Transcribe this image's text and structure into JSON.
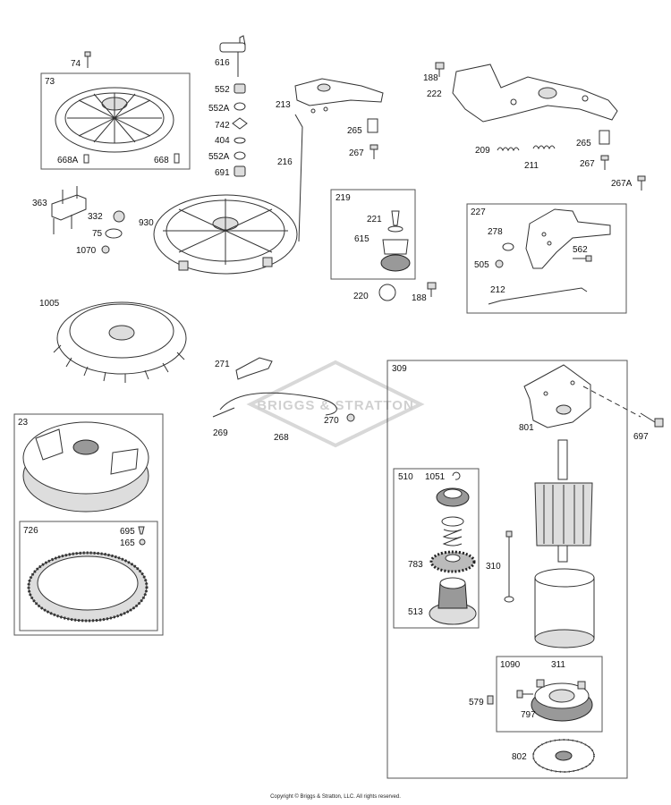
{
  "watermark": "BRIGGS & STRATTON",
  "copyright": "Copyright © Briggs & Stratton, LLC. All rights reserved.",
  "labels": {
    "p74": "74",
    "p73": "73",
    "p668A": "668A",
    "p668": "668",
    "p616": "616",
    "p552": "552",
    "p552A": "552A",
    "p742": "742",
    "p404": "404",
    "p552A2": "552A",
    "p691": "691",
    "p213": "213",
    "p216": "216",
    "p265": "265",
    "p267": "267",
    "p188": "188",
    "p222": "222",
    "p209": "209",
    "p211": "211",
    "p265b": "265",
    "p267b": "267",
    "p267A": "267A",
    "p363": "363",
    "p332": "332",
    "p75": "75",
    "p1070": "1070",
    "p930": "930",
    "p219": "219",
    "p221": "221",
    "p615": "615",
    "p220": "220",
    "p188b": "188",
    "p227": "227",
    "p278": "278",
    "p505": "505",
    "p562": "562",
    "p212": "212",
    "p1005": "1005",
    "p271": "271",
    "p269": "269",
    "p268": "268",
    "p270": "270",
    "p23": "23",
    "p726": "726",
    "p695": "695",
    "p165": "165",
    "p309": "309",
    "p801": "801",
    "p697": "697",
    "p510": "510",
    "p1051": "1051",
    "p783": "783",
    "p513": "513",
    "p310": "310",
    "p1090": "1090",
    "p311": "311",
    "p579": "579",
    "p797": "797",
    "p802": "802"
  }
}
